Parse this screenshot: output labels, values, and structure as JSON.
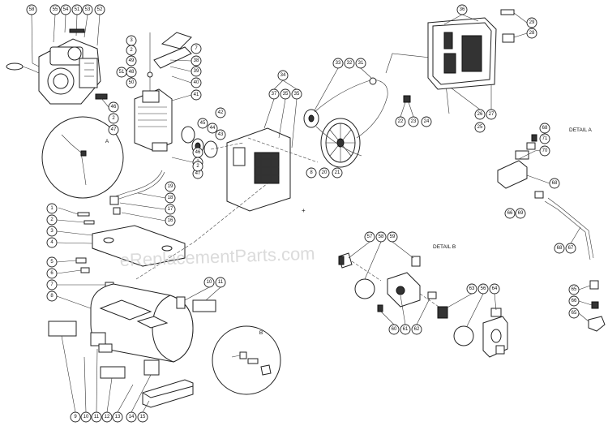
{
  "watermark": "eReplacementParts.com",
  "details": {
    "a": {
      "title": "DETAIL A",
      "letter": "A"
    },
    "b": {
      "title": "DETAIL B",
      "letter": "B"
    }
  },
  "callouts": {
    "c58": "58",
    "c55": "55",
    "c54": "54",
    "c51": "51",
    "c53": "53",
    "c52": "52",
    "c3a": "3",
    "c2a": "2",
    "c49a": "49",
    "c48a": "48",
    "c50a": "50",
    "c51b": "51",
    "c7a": "7",
    "c38": "38",
    "c39": "39",
    "c40": "40",
    "c41": "41",
    "c46a": "46",
    "c2b": "2",
    "c47a": "47",
    "c36": "36",
    "c29": "29",
    "c28": "28",
    "c33": "33",
    "c32": "32",
    "c31": "31",
    "c34": "34",
    "c37": "37",
    "c35": "35",
    "c35b": "35",
    "c42": "42",
    "c45": "45",
    "c44": "44",
    "c43": "43",
    "c46b": "46",
    "c2c": "2",
    "c47b": "47",
    "c2d": "2",
    "c19": "19",
    "c18": "18",
    "c17": "17",
    "c16": "16",
    "c22": "22",
    "c23": "23",
    "c24": "24",
    "c26": "26",
    "c27": "27",
    "c25": "25",
    "c8": "8",
    "c20": "20",
    "c21": "21",
    "c68a": "68",
    "c71": "71",
    "c70": "70",
    "c68b": "68",
    "c66": "66",
    "c69": "69",
    "c68c": "68",
    "c67": "67",
    "c65a": "65",
    "c66b": "66",
    "c65b": "65",
    "c1": "1",
    "c2e": "2",
    "c3b": "3",
    "c4": "4",
    "c5": "5",
    "c6": "6",
    "c7b": "7",
    "c8b": "8",
    "c10": "10",
    "c11": "11",
    "c57": "57",
    "c58b": "58",
    "c59": "59",
    "c60": "60",
    "c61": "61",
    "c62": "62",
    "c63": "63",
    "c56": "56",
    "c64": "64",
    "c9": "9",
    "c10b": "10",
    "c11b": "11",
    "c12": "12",
    "c13": "13",
    "c14": "14",
    "c15": "15"
  }
}
